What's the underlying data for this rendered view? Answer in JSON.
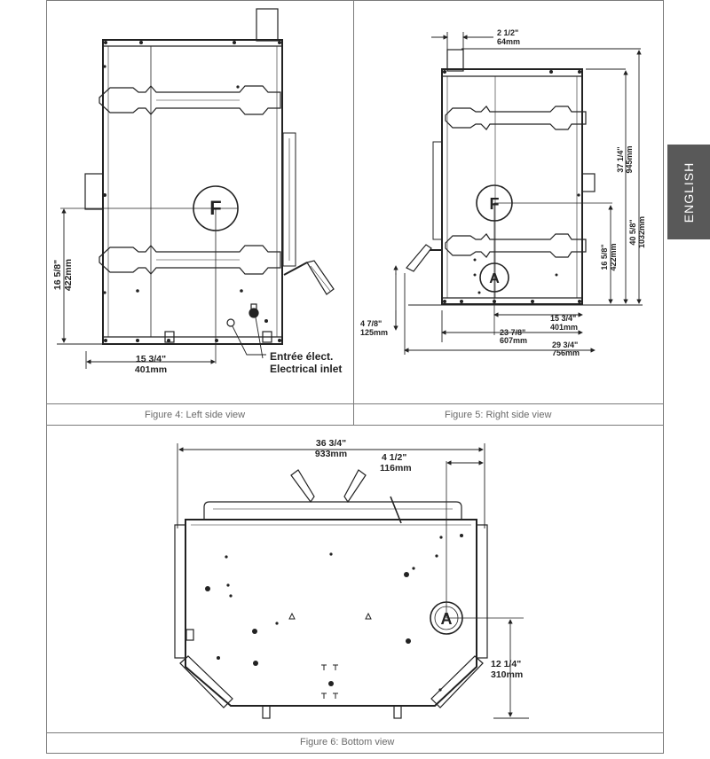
{
  "language_tab": "ENGLISH",
  "figures": [
    {
      "id": "fig4",
      "caption": "Figure 4: Left side view"
    },
    {
      "id": "fig5",
      "caption": "Figure 5: Right side view"
    },
    {
      "id": "fig6",
      "caption": "Figure 6: Bottom view"
    }
  ],
  "fig4": {
    "marker": "F",
    "height_in": "16 5/8\"",
    "height_mm": "422mm",
    "depth_in": "15 3/4\"",
    "depth_mm": "401mm",
    "inlet_fr": "Entrée élect.",
    "inlet_en": "Electrical inlet"
  },
  "fig5": {
    "marker_f": "F",
    "marker_a": "A",
    "flue_in": "2 1/2\"",
    "flue_mm": "64mm",
    "h1_in": "37 1/4\"",
    "h1_mm": "945mm",
    "h2_in": "40 5/8\"",
    "h2_mm": "1032mm",
    "h3_in": "16 5/8\"",
    "h3_mm": "422mm",
    "base_in": "4 7/8\"",
    "base_mm": "125mm",
    "d1_in": "15 3/4\"",
    "d1_mm": "401mm",
    "d2_in": "23 7/8\"",
    "d2_mm": "607mm",
    "d3_in": "29 3/4\"",
    "d3_mm": "756mm"
  },
  "fig6": {
    "marker": "A",
    "width_in": "36 3/4\"",
    "width_mm": "933mm",
    "offset_in": "4 1/2\"",
    "offset_mm": "116mm",
    "depth_in": "12 1/4\"",
    "depth_mm": "310mm"
  }
}
